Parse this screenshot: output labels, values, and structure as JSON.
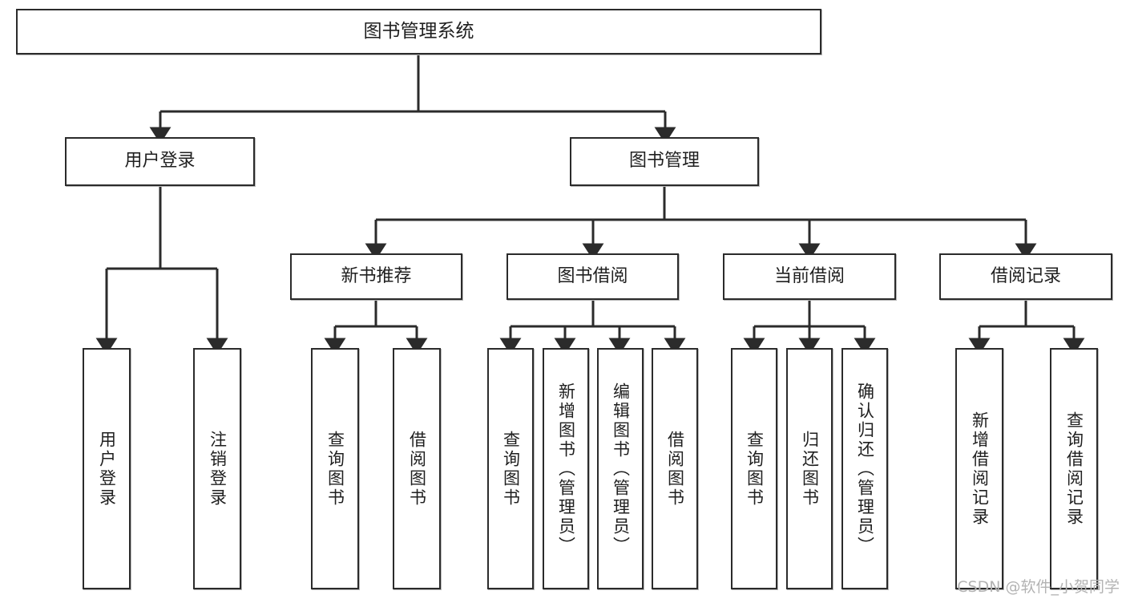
{
  "diagram": {
    "title": "图书管理系统",
    "type": "tree-hierarchy",
    "root": {
      "label": "图书管理系统"
    },
    "level2": [
      {
        "label": "用户登录"
      },
      {
        "label": "图书管理"
      }
    ],
    "level3": [
      {
        "label": "新书推荐"
      },
      {
        "label": "图书借阅"
      },
      {
        "label": "当前借阅"
      },
      {
        "label": "借阅记录"
      }
    ],
    "leaves": {
      "user_login": [
        {
          "label": "用户登录"
        },
        {
          "label": "注销登录"
        }
      ],
      "new_book_recommend": [
        {
          "label": "查询图书"
        },
        {
          "label": "借阅图书"
        }
      ],
      "book_borrow": [
        {
          "label": "查询图书"
        },
        {
          "label": "新增图书（管理员）"
        },
        {
          "label": "编辑图书（管理员）"
        },
        {
          "label": "借阅图书"
        }
      ],
      "current_borrow": [
        {
          "label": "查询图书"
        },
        {
          "label": "归还图书"
        },
        {
          "label": "确认归还（管理员）"
        }
      ],
      "borrow_record": [
        {
          "label": "新增借阅记录"
        },
        {
          "label": "查询借阅记录"
        }
      ]
    }
  },
  "watermark": {
    "text": "CSDN @软件_小贺同学"
  },
  "colors": {
    "stroke": "#2b2b2b",
    "fill": "#ffffff",
    "text": "#1f1f1f",
    "watermark": "#b3b3b3"
  }
}
